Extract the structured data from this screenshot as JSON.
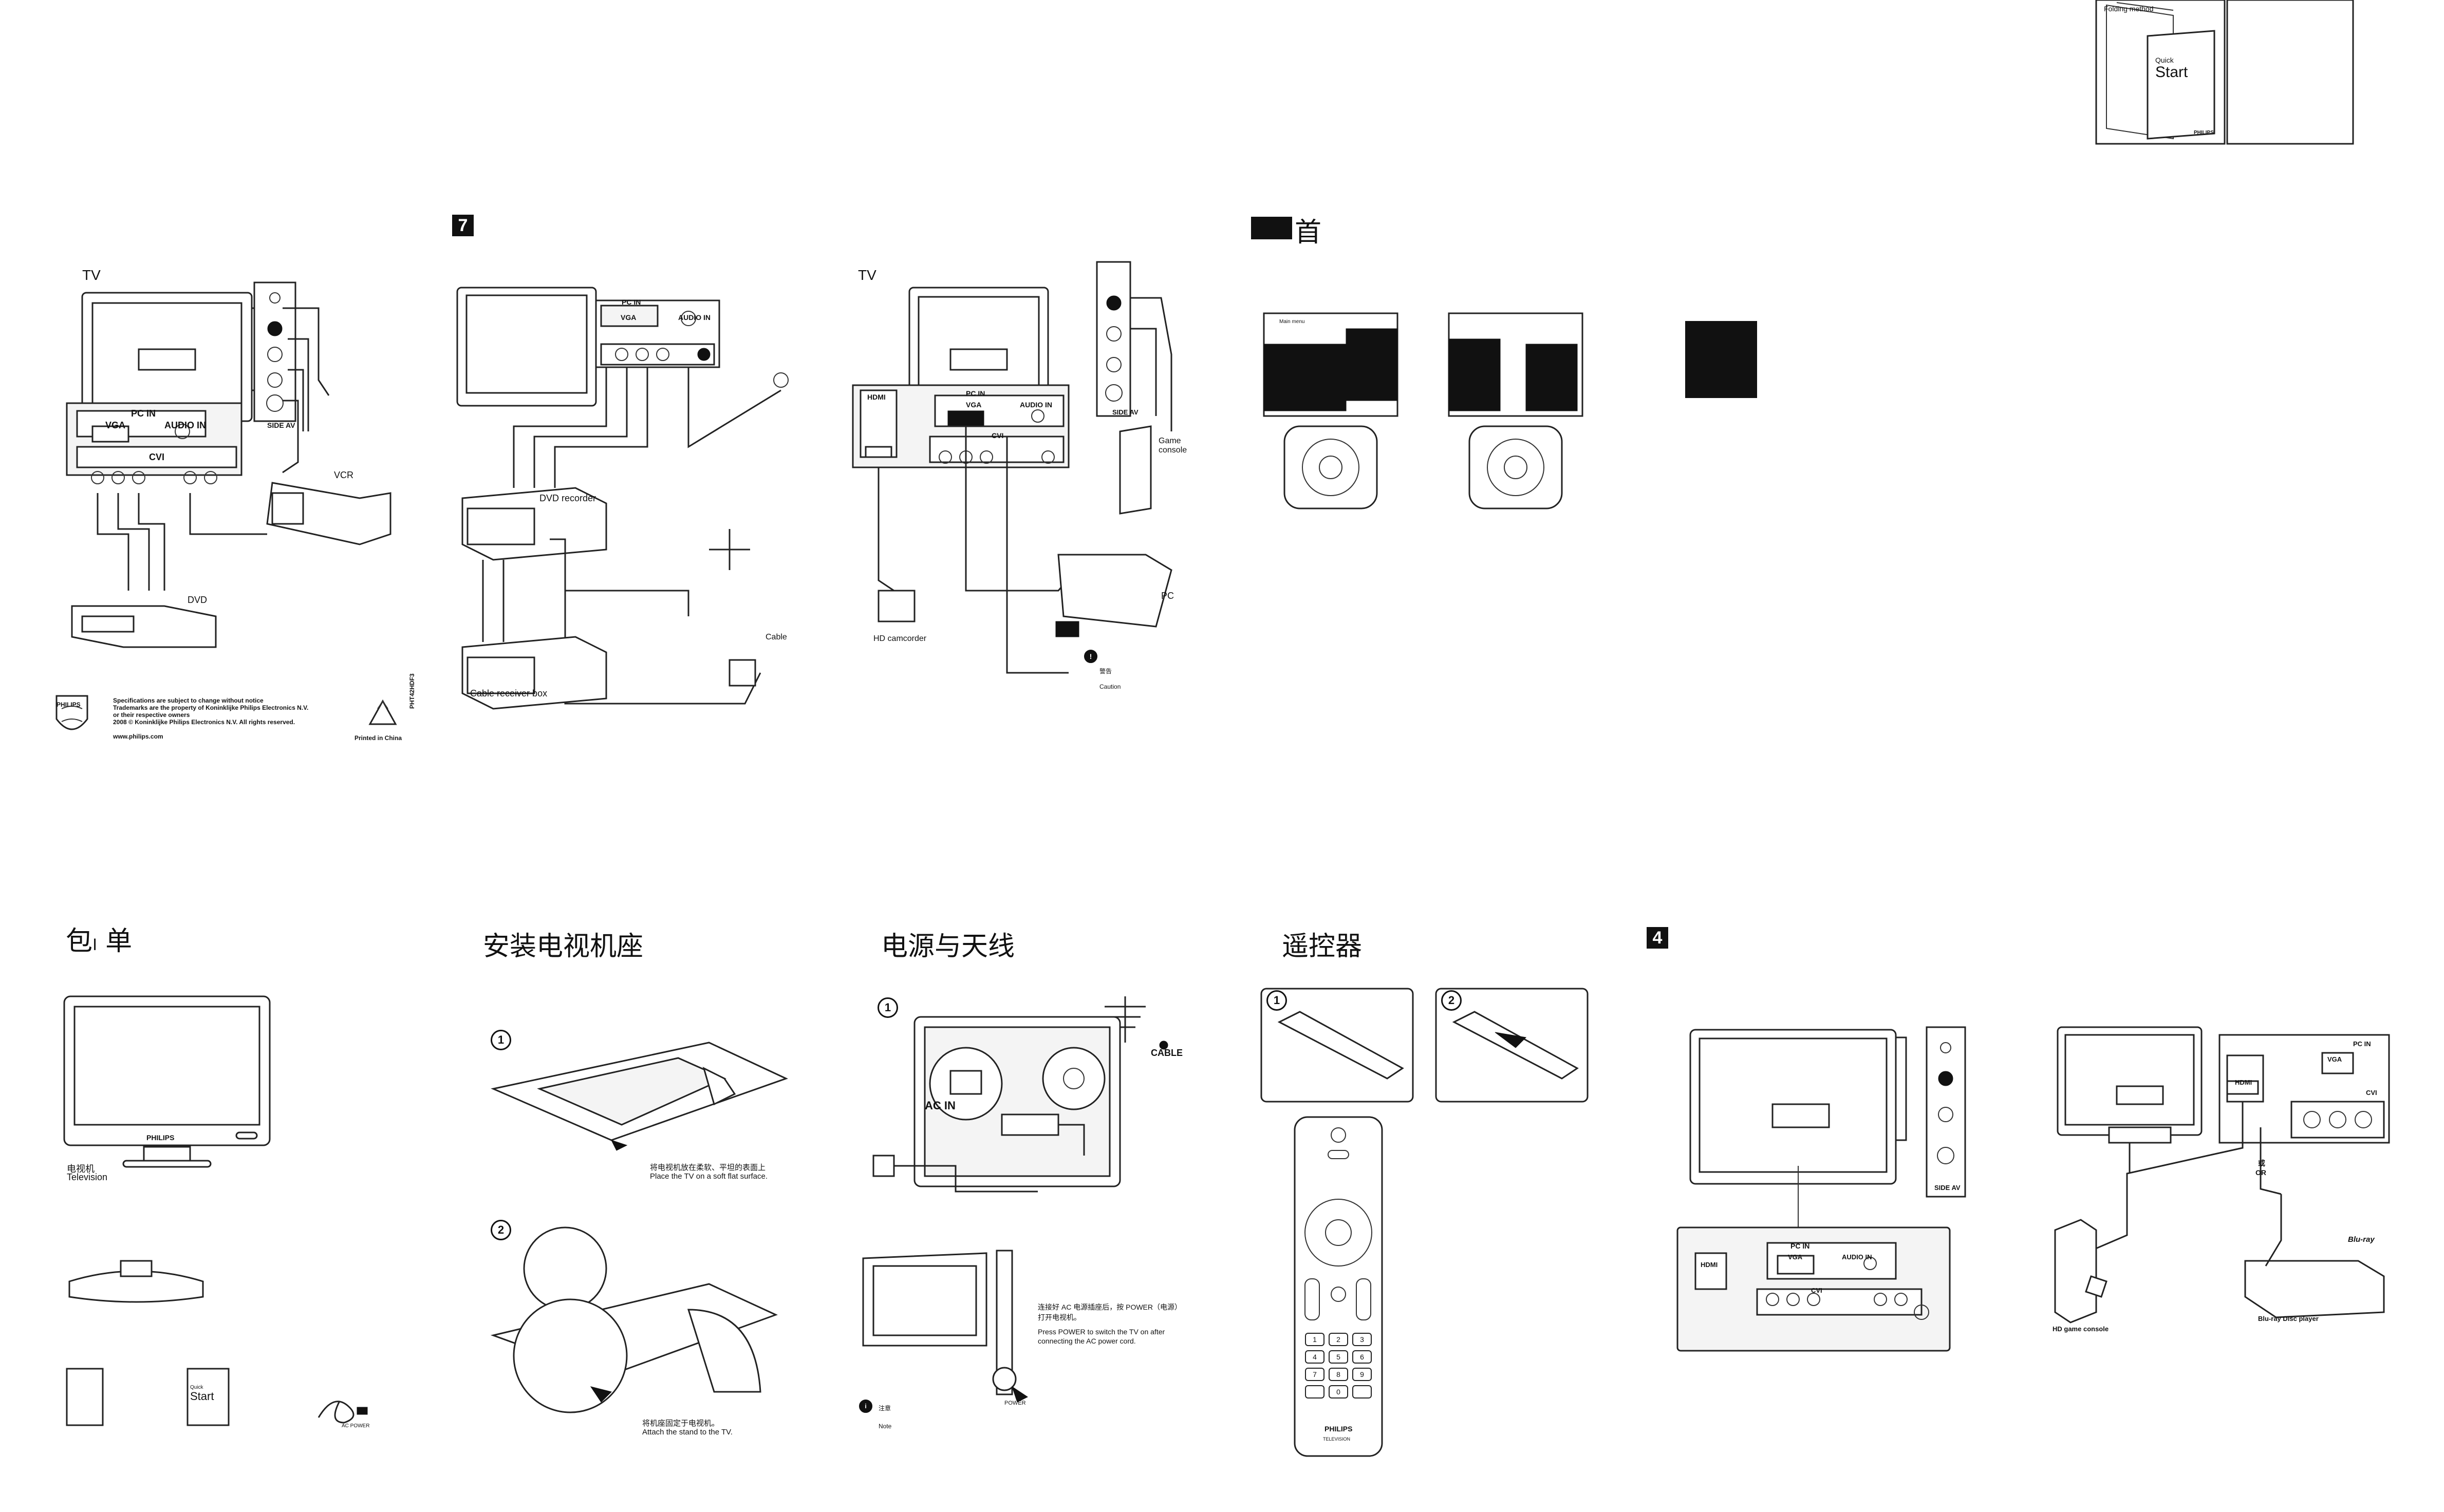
{
  "cover": {
    "folding_method": "Folding method",
    "quick_start_line1": "Quick",
    "quick_start_line2": "Start",
    "brand_small": "PHILIPS"
  },
  "top_row": {
    "panel1": {
      "tv_label": "TV",
      "pc_in": "PC IN",
      "vga": "VGA",
      "audio_in": "AUDIO IN",
      "cvi": "CVI",
      "side_av": "SIDE AV",
      "vcr": "VCR",
      "dvd": "DVD",
      "brand": "PHILIPS",
      "legal_lines": [
        "Specifications are subject to change without notice",
        "Trademarks are the property of Koninklijke Philips Electronics N.V.",
        "or their respective owners",
        "2008 © Koninklijke Philips Electronics N.V. All rights reserved."
      ],
      "url": "www.philips.com",
      "printed": "Printed in China",
      "code": "PHT42HDF3"
    },
    "panel2": {
      "step": "7",
      "pc_in": "PC IN",
      "vga": "VGA",
      "audio_in": "AUDIO IN",
      "dvd_recorder": "DVD recorder",
      "cable_receiver": "Cable receiver box",
      "cable": "Cable"
    },
    "panel3": {
      "tv_label": "TV",
      "hdmi": "HDMI",
      "pc_in": "PC IN",
      "vga": "VGA",
      "audio_in": "AUDIO IN",
      "cvi": "CVI",
      "side_av": "SIDE AV",
      "game_console": "Game console",
      "hd_camcorder": "HD camcorder",
      "pc": "PC",
      "caution_cn": "警告",
      "caution_en": "Caution"
    },
    "panel4": {
      "title_visible": "首",
      "menu_title": "Main menu"
    }
  },
  "bottom_row": {
    "panel1": {
      "title": "包ₗ 单",
      "brand": "PHILIPS",
      "tv_cn": "电视机",
      "tv_en": "Television",
      "quick_start_line1": "Quick",
      "quick_start_line2": "Start",
      "cord_label": "AC POWER"
    },
    "panel2": {
      "title": "安装电视机座",
      "step1": "1",
      "step2": "2",
      "step1_cn": "将电视机放在柔软、平坦的表面上",
      "step1_en": "Place the TV on a soft flat surface.",
      "step2_cn": "将机座固定于电视机。",
      "step2_en": "Attach the stand to the TV."
    },
    "panel3": {
      "title": "电源与天线",
      "step1": "1",
      "ac_in": "AC IN",
      "cable": "CABLE",
      "power_cn": "连接好 AC 电源插座后，按 POWER（电源）打开电视机。",
      "power_en_1": "Press POWER to switch the TV on after",
      "power_en_2": "connecting the AC power cord.",
      "power_btn": "POWER",
      "note_cn": "注意",
      "note_en": "Note"
    },
    "panel4": {
      "title": "遥控器",
      "step1": "1",
      "step2": "2",
      "brand": "PHILIPS",
      "tv_word": "TELEVISION",
      "keypad": [
        "1",
        "2",
        "3",
        "4",
        "5",
        "6",
        "7",
        "8",
        "9",
        "",
        "0",
        ""
      ]
    },
    "panel5": {
      "step": "4",
      "pc_in": "PC IN",
      "vga": "VGA",
      "audio_in": "AUDIO IN",
      "hdmi": "HDMI",
      "cvi": "CVI",
      "side_av": "SIDE AV",
      "or_cn": "或",
      "or_en": "OR",
      "hd_game": "HD game console",
      "bluray": "Blu-ray Disc player",
      "bluray_logo": "Blu-ray"
    }
  }
}
